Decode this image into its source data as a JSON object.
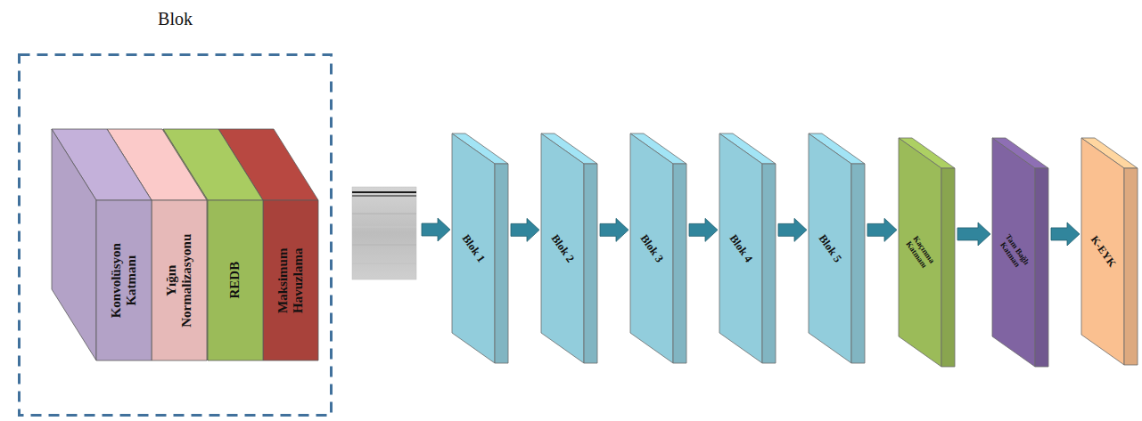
{
  "diagram": {
    "nodes": [
      {
        "text": [
          "Blok"
        ]
      },
      {
        "text": [
          "Konvolüsyon Katmanı"
        ],
        "in": 0
      },
      {
        "text": [
          "Yığın Normalizasyonu"
        ],
        "in": 0
      },
      {
        "text": [
          "REDB"
        ],
        "in": 0
      },
      {
        "text": [
          "Maksimum Havuzlama"
        ],
        "in": 0
      },
      {
        "text": [
          "Blok 1"
        ]
      },
      {
        "text": [
          "Blok 2"
        ]
      },
      {
        "text": [
          "Blok 3"
        ]
      },
      {
        "text": [
          "Blok 4"
        ]
      },
      {
        "text": [
          "Blok 5"
        ]
      },
      {
        "text": [
          "Kaçınma Katmanı"
        ]
      },
      {
        "text": [
          "Tam Bağlı Katman"
        ]
      },
      {
        "text": [
          "K-EYK"
        ]
      }
    ],
    "edges": [
      {
        "from": 5,
        "to": 6,
        "arrow": "to"
      },
      {
        "from": 6,
        "to": 7,
        "arrow": "to"
      },
      {
        "from": 7,
        "to": 8,
        "arrow": "to"
      },
      {
        "from": 8,
        "to": 9,
        "arrow": "to"
      },
      {
        "from": 9,
        "to": 10,
        "arrow": "to"
      },
      {
        "from": 10,
        "to": 11,
        "arrow": "to"
      },
      {
        "from": 11,
        "to": 12,
        "arrow": "to"
      }
    ]
  }
}
